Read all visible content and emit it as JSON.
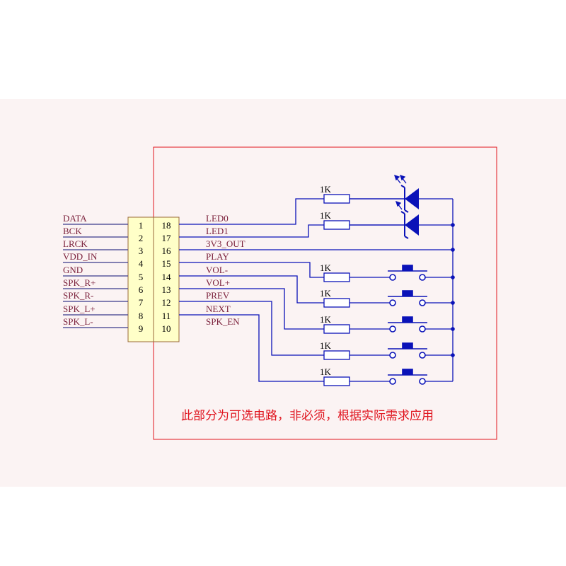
{
  "colors": {
    "page_band": "#fbf3f3",
    "wire": "#0a12b8",
    "left_wire": "#3a3a8a",
    "signal_text": "#7a1f3a",
    "connector_fill": "#ffffc8",
    "connector_border": "#9a6a3a",
    "frame": "#e0141e",
    "note": "#e0141e"
  },
  "connector": {
    "left_pins": [
      {
        "signal": "DATA",
        "pin": "1"
      },
      {
        "signal": "BCK",
        "pin": "2"
      },
      {
        "signal": "LRCK",
        "pin": "3"
      },
      {
        "signal": "VDD_IN",
        "pin": "4"
      },
      {
        "signal": "GND",
        "pin": "5"
      },
      {
        "signal": "SPK_R+",
        "pin": "6"
      },
      {
        "signal": "SPK_R-",
        "pin": "7"
      },
      {
        "signal": "SPK_L+",
        "pin": "8"
      },
      {
        "signal": "SPK_L-",
        "pin": "9"
      }
    ],
    "right_pins": [
      {
        "pin": "18",
        "signal": "LED0"
      },
      {
        "pin": "17",
        "signal": "LED1"
      },
      {
        "pin": "16",
        "signal": "3V3_OUT"
      },
      {
        "pin": "15",
        "signal": "PLAY"
      },
      {
        "pin": "14",
        "signal": "VOL-"
      },
      {
        "pin": "13",
        "signal": "VOL+"
      },
      {
        "pin": "12",
        "signal": "PREV"
      },
      {
        "pin": "11",
        "signal": "NEXT"
      },
      {
        "pin": "10",
        "signal": "SPK_EN"
      }
    ]
  },
  "resistor_label": "1K",
  "note": "此部分为可选电路，非必须，根据实际需求应用"
}
